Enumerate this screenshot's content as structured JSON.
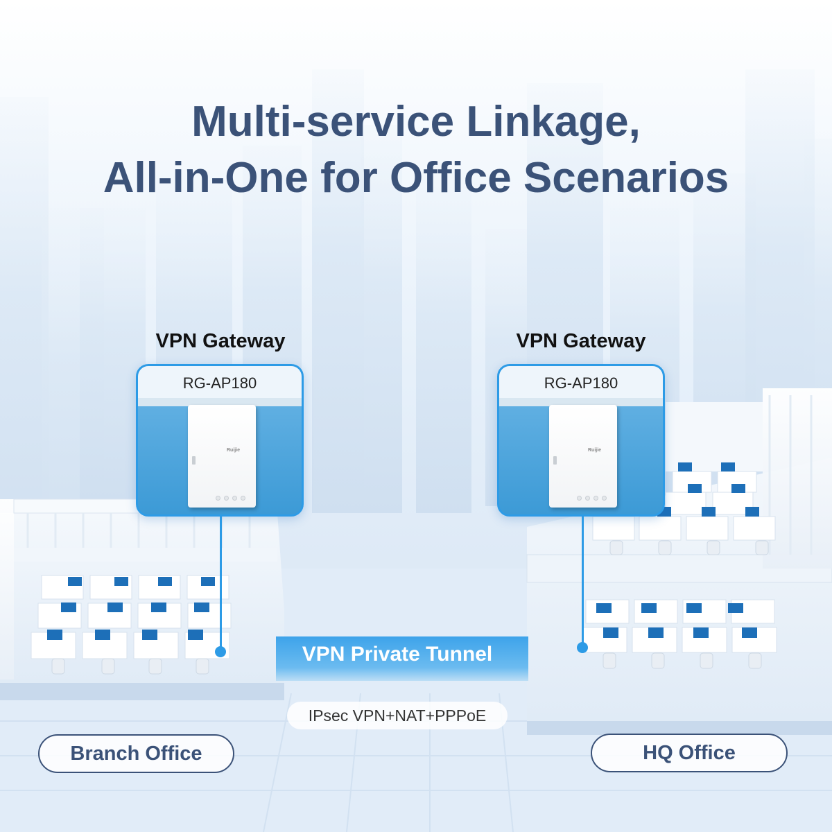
{
  "title": {
    "line1": "Multi-service Linkage,",
    "line2": "All-in-One for Office Scenarios"
  },
  "branch": {
    "gateway_label": "VPN Gateway",
    "model": "RG-AP180",
    "device_logo": "Ruijie",
    "office_label": "Branch Office"
  },
  "hq": {
    "gateway_label": "VPN Gateway",
    "model": "RG-AP180",
    "device_logo": "Ruijie",
    "office_label": "HQ Office"
  },
  "tunnel": {
    "label": "VPN Private Tunnel",
    "protocols": "IPsec VPN+NAT+PPPoE"
  },
  "colors": {
    "title": "#3b5278",
    "accent": "#2d9be6",
    "tunnel": "#3da3ea"
  }
}
